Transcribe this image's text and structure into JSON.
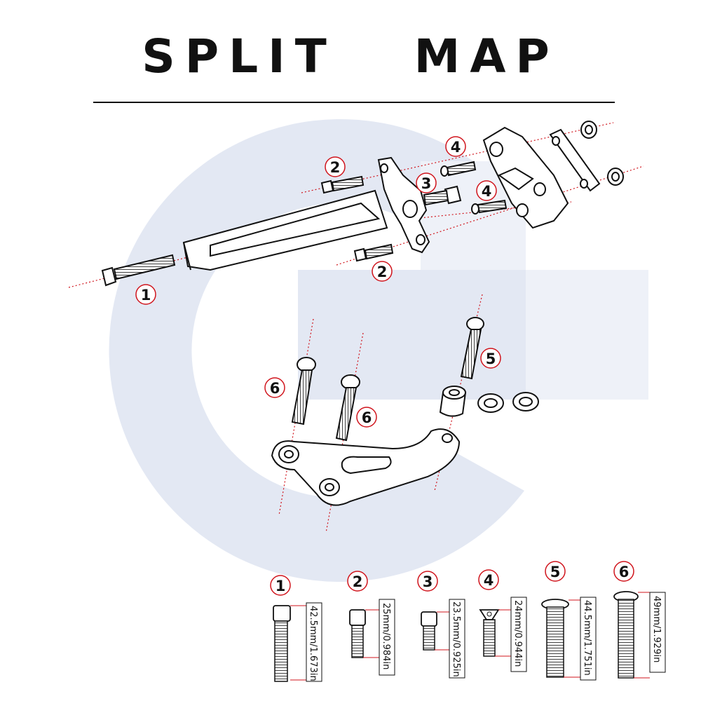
{
  "title": "SPLIT   MAP",
  "watermark": {
    "colors": [
      "#dde3f0",
      "#eef1f8"
    ]
  },
  "colors": {
    "line": "#111111",
    "callout_ring": "#d0141c",
    "axis_line": "#d0141c"
  },
  "callouts": {
    "c1": "1",
    "c2a": "2",
    "c2b": "2",
    "c3": "3",
    "c4a": "4",
    "c4b": "4",
    "c5": "5",
    "c6a": "6",
    "c6b": "6"
  },
  "parts": [
    {
      "num": "1",
      "size": "42.5mm/1.673in"
    },
    {
      "num": "2",
      "size": "25mm/0.984in"
    },
    {
      "num": "3",
      "size": "23.5mm/0.925in"
    },
    {
      "num": "4",
      "size": "24mm/0.944in"
    },
    {
      "num": "5",
      "size": "44.5mm/1.751in"
    },
    {
      "num": "6",
      "size": "49mm/1.929in"
    }
  ]
}
